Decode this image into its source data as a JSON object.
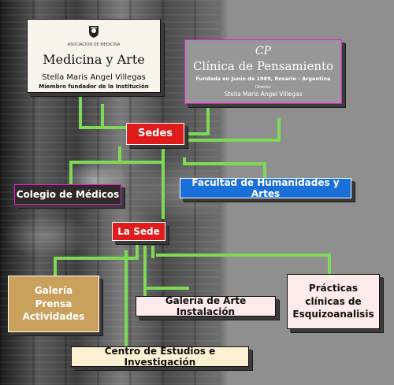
{
  "medicina": {
    "org_small": "ASOCIACION DE MEDICINA",
    "title": "Medicina y Arte",
    "name": "Stella Maris Angel Villegas",
    "subtitle": "Miembro fundador de la Institución"
  },
  "clinica": {
    "logo": "CP",
    "title": "Clínica de Pensamiento",
    "founded": "Fundada en Junio de 1989, Rosario - Argentina",
    "director_label": "Director",
    "director_name": "Stella Maris Angel Villegas"
  },
  "nodes": {
    "sedes": "Sedes",
    "colegio": "Colegio de Médicos",
    "facultad": "Facultad de Humanidades y Artes",
    "la_sede": "La Sede",
    "galeria_lines": [
      "Galería",
      "Prensa",
      "Actividades"
    ],
    "galeria_arte": "Galería de Arte Instalación",
    "practicas_lines": [
      "Prácticas",
      "clínicas de",
      "Esquizoanalisis"
    ],
    "centro": "Centro de Estudios e Investigación"
  },
  "colors": {
    "connector": "#7ed957",
    "red": "#e01b1b",
    "blue": "#1a6fd8",
    "dark": "#2f2a28",
    "tan": "#c9a15d",
    "cream": "#fbf0d2",
    "pink": "#fdeaea"
  },
  "icons": [
    "crest-icon"
  ]
}
